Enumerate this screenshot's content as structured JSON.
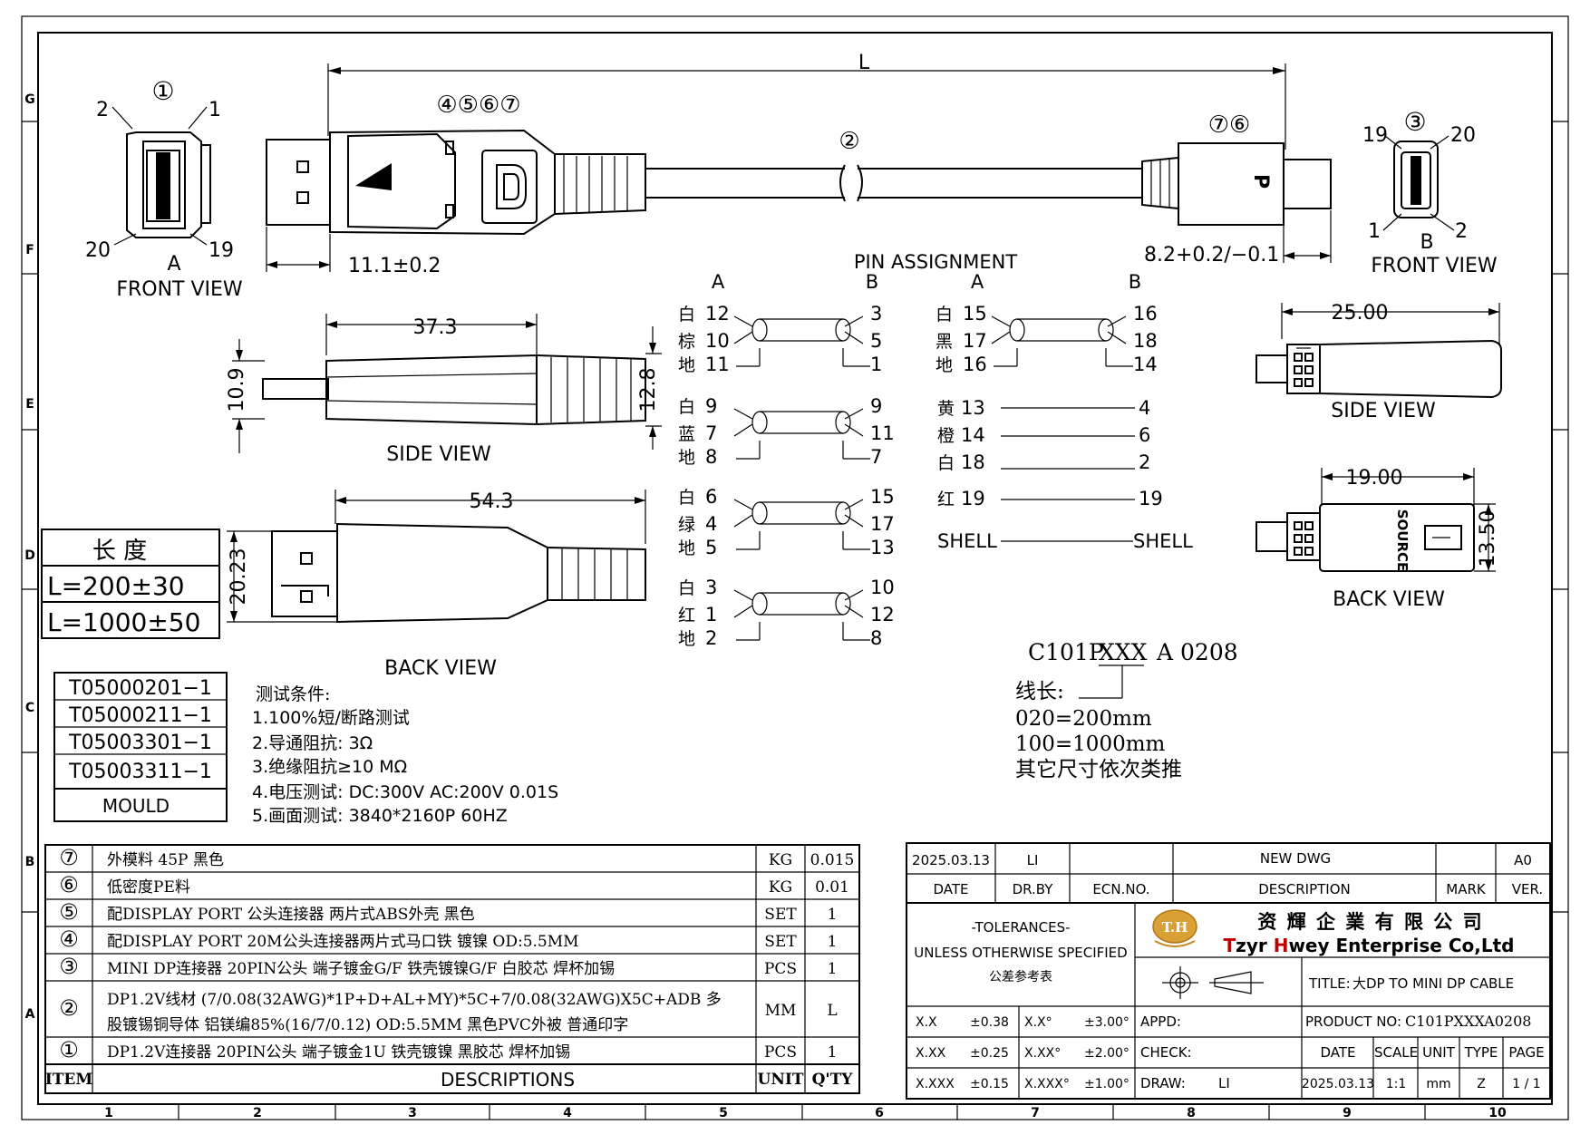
{
  "border": {
    "rows": [
      "G",
      "F",
      "E",
      "D",
      "C",
      "B",
      "A"
    ],
    "cols": [
      "1",
      "2",
      "3",
      "4",
      "5",
      "6",
      "7",
      "8",
      "9",
      "10"
    ]
  },
  "top_view": {
    "dim_L": "L",
    "callout_plug": "④⑤⑥⑦",
    "callout_cable": "②",
    "callout_mini": "⑦⑥",
    "dim_plug_len": "11.1±0.2",
    "dim_mini_len": "8.2+0.2/−0.1",
    "mini_p_glyph": "P"
  },
  "front_view_a": {
    "callout": "①",
    "pin_tl": "2",
    "pin_tr": "1",
    "pin_bl": "20",
    "pin_br": "19",
    "end": "A",
    "label": "FRONT VIEW"
  },
  "front_view_b": {
    "callout": "③",
    "pin_tl": "19",
    "pin_tr": "20",
    "pin_bl": "1",
    "pin_br": "2",
    "end": "B",
    "label": "FRONT VIEW"
  },
  "side_view_dp": {
    "dim_len": "37.3",
    "dim_h1": "10.9",
    "dim_h2": "12.8",
    "label": "SIDE VIEW"
  },
  "back_view_dp": {
    "dim_len": "54.3",
    "dim_h": "20.23",
    "label": "BACK VIEW"
  },
  "side_view_mini": {
    "dim_len": "25.00",
    "label": "SIDE VIEW"
  },
  "back_view_mini": {
    "dim_len": "19.00",
    "dim_h": "13.50",
    "brand": "SOURCE",
    "label": "BACK VIEW"
  },
  "length_table": {
    "header": "长 度",
    "rows": [
      "L=200±30",
      "L=1000±50"
    ]
  },
  "part_numbers": {
    "rows": [
      "T05000201−1",
      "T05000211−1",
      "T05003301−1",
      "T05003311−1"
    ],
    "footer": "MOULD"
  },
  "test_conditions": {
    "title": "测试条件:",
    "items": [
      "1.100%短/断路测试",
      "2.导通阻抗: 3Ω",
      "3.绝缘阻抗≥10 MΩ",
      "4.电压测试: DC:300V AC:200V 0.01S",
      "5.画面测试: 3840*2160P 60HZ"
    ]
  },
  "pin_assignment": {
    "title": "PIN ASSIGNMENT",
    "col_a": "A",
    "col_b": "B",
    "pairs_left": [
      {
        "a": [
          [
            "白",
            "12"
          ],
          [
            "棕",
            "10"
          ],
          [
            "地",
            "11"
          ]
        ],
        "b": [
          "3",
          "5",
          "1"
        ]
      },
      {
        "a": [
          [
            "白",
            "9"
          ],
          [
            "蓝",
            "7"
          ],
          [
            "地",
            "8"
          ]
        ],
        "b": [
          "9",
          "11",
          "7"
        ]
      },
      {
        "a": [
          [
            "白",
            "6"
          ],
          [
            "绿",
            "4"
          ],
          [
            "地",
            "5"
          ]
        ],
        "b": [
          "15",
          "17",
          "13"
        ]
      },
      {
        "a": [
          [
            "白",
            "3"
          ],
          [
            "红",
            "1"
          ],
          [
            "地",
            "2"
          ]
        ],
        "b": [
          "10",
          "12",
          "8"
        ]
      }
    ],
    "pair_right": {
      "a": [
        [
          "白",
          "15"
        ],
        [
          "黑",
          "17"
        ],
        [
          "地",
          "16"
        ]
      ],
      "b": [
        "16",
        "18",
        "14"
      ]
    },
    "singles": [
      {
        "color": "黄",
        "a": "13",
        "b": "4"
      },
      {
        "color": "橙",
        "a": "14",
        "b": "6"
      },
      {
        "color": "白",
        "a": "18",
        "b": "2"
      },
      {
        "color": "红",
        "a": "19",
        "b": "19"
      }
    ],
    "shell_a": "SHELL",
    "shell_b": "SHELL"
  },
  "part_code": {
    "prefix": "C101P",
    "variable": "XXX",
    "suffix": "A 0208",
    "legend_title": "线长:",
    "legend": [
      "020=200mm",
      "100=1000mm",
      "其它尺寸依次类推"
    ]
  },
  "bom": {
    "rows": [
      {
        "item": "⑦",
        "desc": "外模料 45P 黑色",
        "unit": "KG",
        "qty": "0.015"
      },
      {
        "item": "⑥",
        "desc": "低密度PE料",
        "unit": "KG",
        "qty": "0.01"
      },
      {
        "item": "⑤",
        "desc": "配DISPLAY PORT 公头连接器 两片式ABS外壳 黑色",
        "unit": "SET",
        "qty": "1"
      },
      {
        "item": "④",
        "desc": "配DISPLAY PORT 20M公头连接器两片式马口铁 镀镍 OD:5.5MM",
        "unit": "SET",
        "qty": "1"
      },
      {
        "item": "③",
        "desc": "MINI DP连接器 20PIN公头 端子镀金G/F 铁壳镀镍G/F 白胶芯 焊杯加锡",
        "unit": "PCS",
        "qty": "1"
      },
      {
        "item": "②",
        "desc": "DP1.2V线材 (7/0.08(32AWG)*1P+D+AL+MY)*5C+7/0.08(32AWG)X5C+ADB 多",
        "desc2": "股镀锡铜导体 铝镁编85%(16/7/0.12) OD:5.5MM 黑色PVC外被 普通印字",
        "unit": "MM",
        "qty": "L"
      },
      {
        "item": "①",
        "desc": "DP1.2V连接器 20PIN公头 端子镀金1U 铁壳镀镍 黑胶芯 焊杯加锡",
        "unit": "PCS",
        "qty": "1"
      }
    ],
    "header": {
      "item": "ITEM",
      "desc": "DESCRIPTIONS",
      "unit": "UNIT",
      "qty": "Q'TY"
    }
  },
  "title_block": {
    "rev": {
      "date": "2025.03.13",
      "drby": "LI",
      "ecn": "",
      "desc": "NEW DWG",
      "mark": "",
      "ver": "A0"
    },
    "rev_header": {
      "date": "DATE",
      "drby": "DR.BY",
      "ecn": "ECN.NO.",
      "desc": "DESCRIPTION",
      "mark": "MARK",
      "ver": "VER."
    },
    "tolerances": [
      "-TOLERANCES-",
      "UNLESS OTHERWISE SPECIFIED",
      "公差参考表"
    ],
    "logo_text": "T.H",
    "company_cn": "资 輝 企 業 有 限 公 司",
    "company_en_1": "T",
    "company_en_2": "zyr ",
    "company_en_3": "H",
    "company_en_4": "wey Enterprise Co,Ltd",
    "title_label": "TITLE:",
    "title_value": "大DP TO MINI DP CABLE",
    "tol_rows": [
      {
        "k1": "X.X",
        "v1": "±0.38",
        "k2": "X.X°",
        "v2": "±3.00°"
      },
      {
        "k1": "X.XX",
        "v1": "±0.25",
        "k2": "X.XX°",
        "v2": "±2.00°"
      },
      {
        "k1": "X.XXX",
        "v1": "±0.15",
        "k2": "X.XXX°",
        "v2": "±1.00°"
      }
    ],
    "appd": "APPD:",
    "check": "CHECK:",
    "draw": "DRAW:",
    "draw_by": "LI",
    "product_no_label": "PRODUCT NO:",
    "product_no": "C101PXXXA0208",
    "info_header": {
      "date": "DATE",
      "scale": "SCALE",
      "unit": "UNIT",
      "type": "TYPE",
      "page": "PAGE"
    },
    "info": {
      "date": "2025.03.13",
      "scale": "1:1",
      "unit": "mm",
      "type": "Z",
      "page": "1 / 1"
    }
  }
}
